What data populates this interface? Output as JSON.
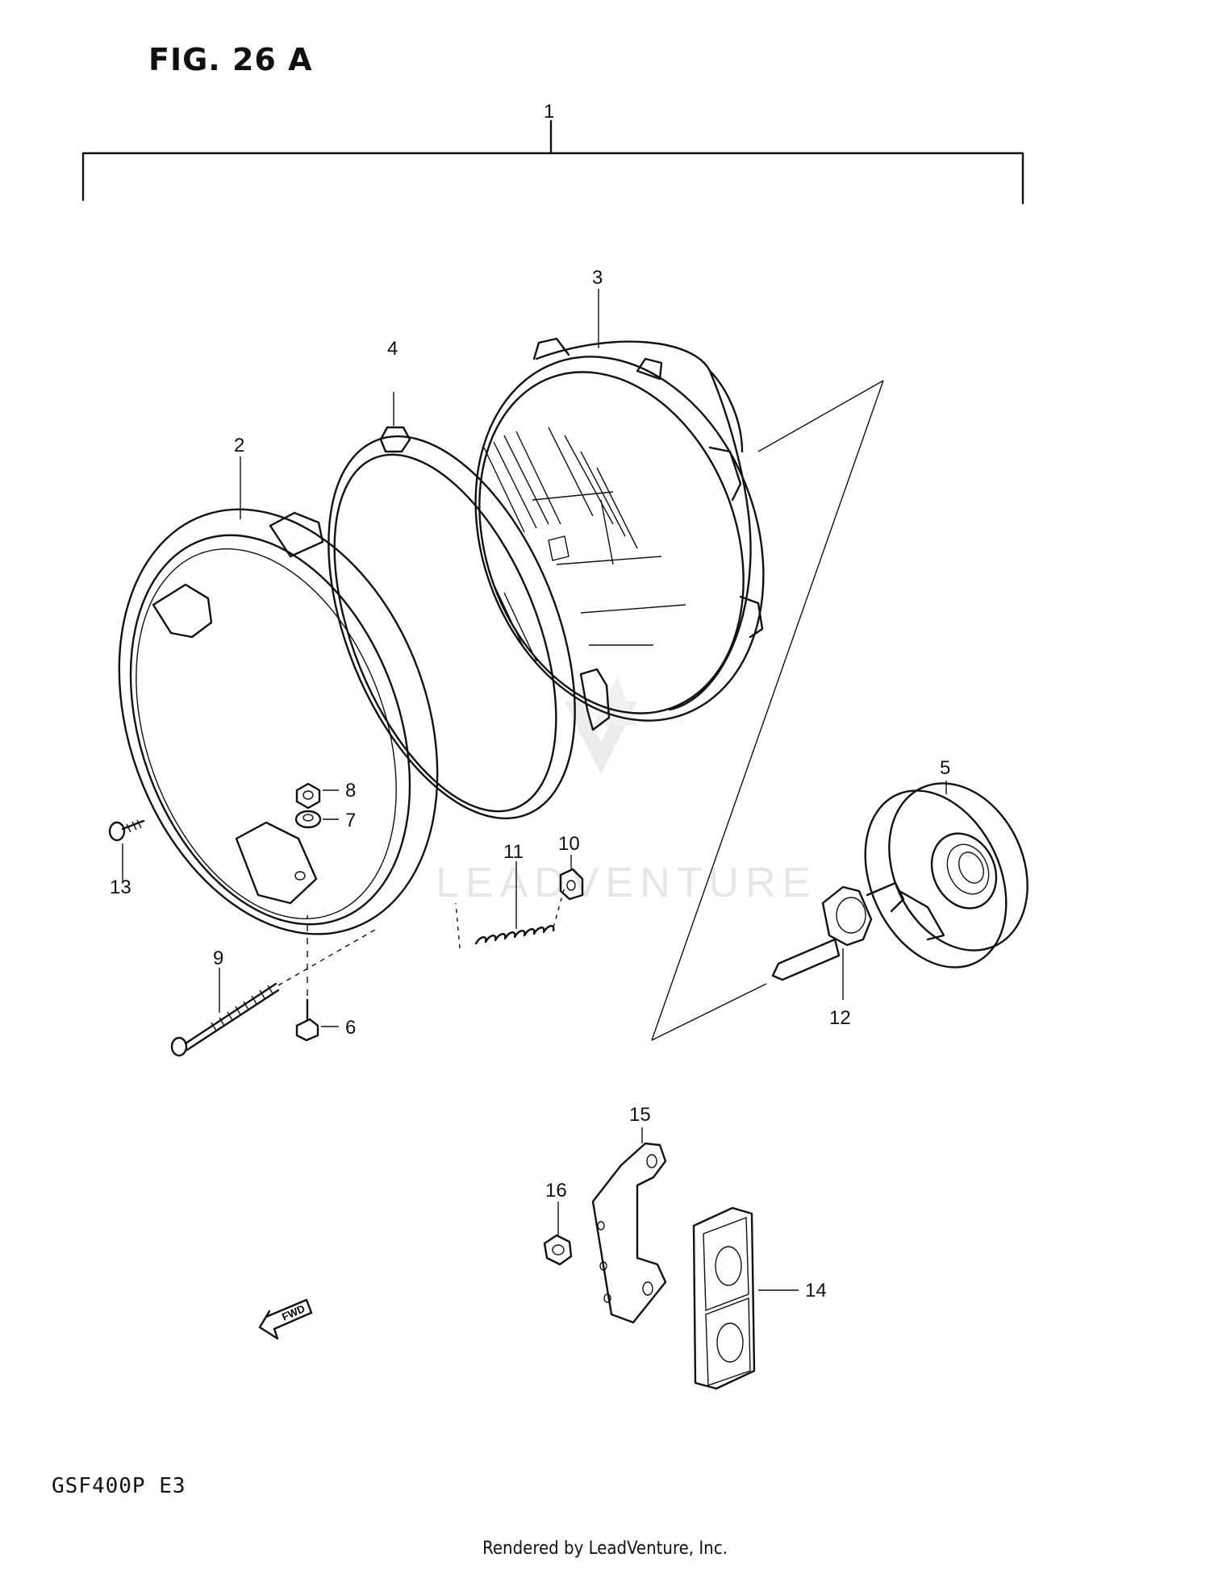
{
  "figure_title": "FIG. 26 A",
  "model_code": "GSF400P  E3",
  "credit": "Rendered by LeadVenture, Inc.",
  "watermark": "LEADVENTURE",
  "fwd_label": "FWD",
  "callouts": {
    "c1": "1",
    "c2": "2",
    "c3": "3",
    "c4": "4",
    "c5": "5",
    "c6": "6",
    "c7": "7",
    "c8": "8",
    "c9": "9",
    "c10": "10",
    "c11": "11",
    "c12": "12",
    "c13": "13",
    "c14": "14",
    "c15": "15",
    "c16": "16"
  }
}
